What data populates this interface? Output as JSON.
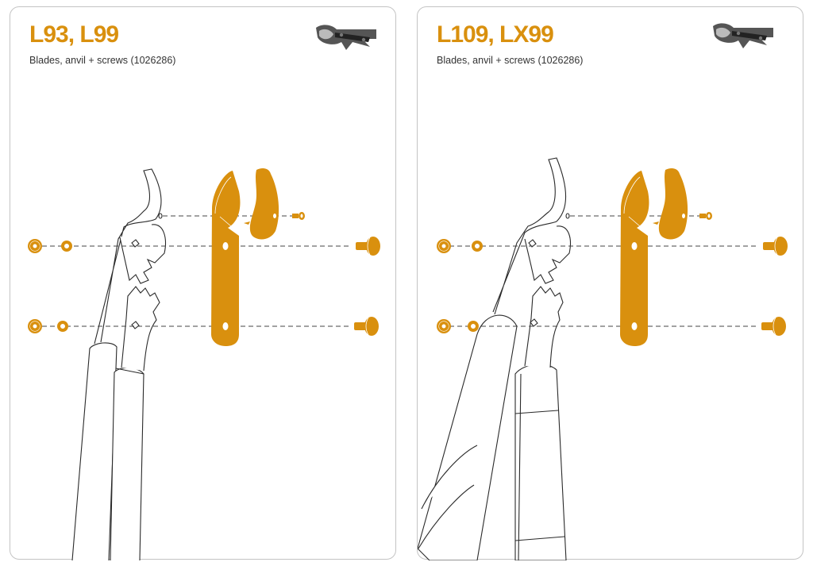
{
  "colors": {
    "accent": "#D9900E",
    "outline": "#2a2a2a",
    "border": "#c4c4c4"
  },
  "panels": [
    {
      "title": "L93, L99",
      "subtitle": "Blades, anvil + screws (1026286)",
      "thumbnail_icon": "lopper-head-icon"
    },
    {
      "title": "L109, LX99",
      "subtitle": "Blades, anvil + screws (1026286)",
      "thumbnail_icon": "lopper-head-icon"
    }
  ]
}
